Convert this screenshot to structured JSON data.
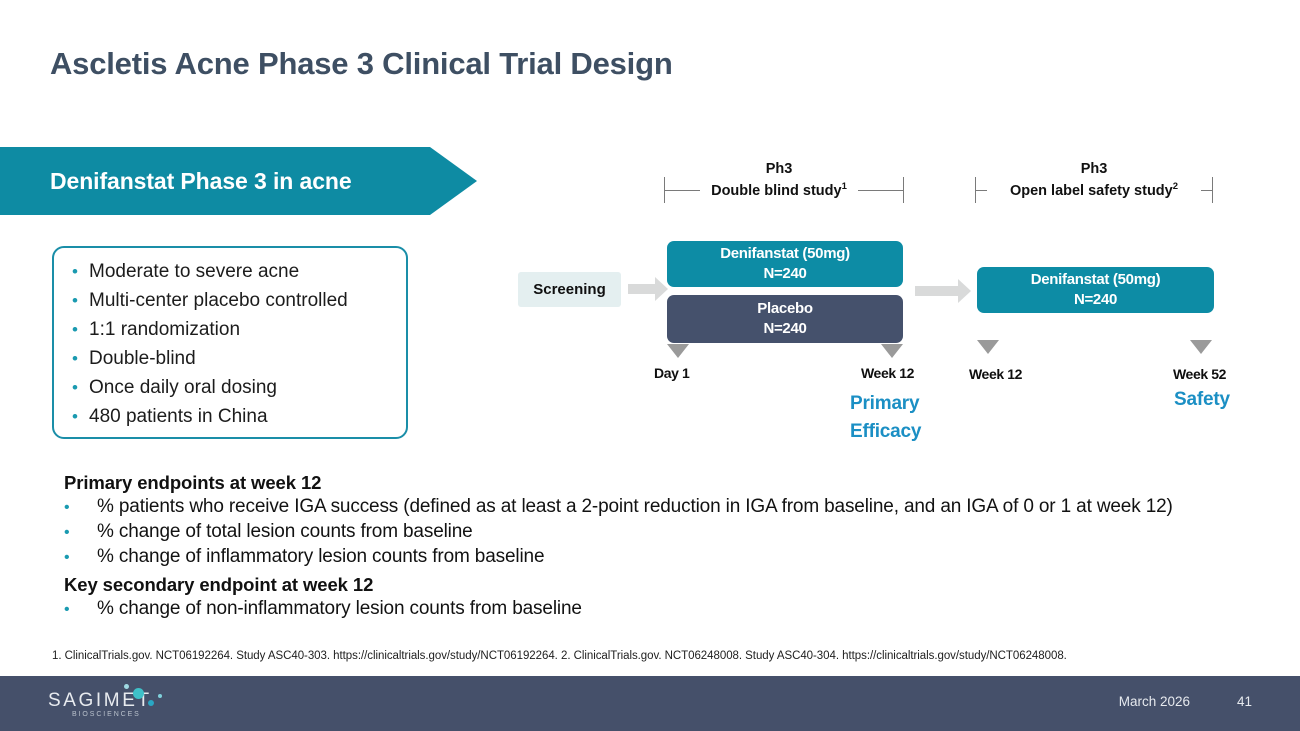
{
  "slide": {
    "title": "Ascletis Acne Phase 3 Clinical Trial Design"
  },
  "banner": {
    "label": "Denifanstat Phase 3 in acne",
    "color": "#0e8ba3"
  },
  "bullet_card": {
    "border_color": "#1a8ea8",
    "bullet_color": "#1a9ab0",
    "items": [
      "Moderate to severe acne",
      "Multi-center placebo controlled",
      "1:1 randomization",
      "Double-blind",
      "Once daily oral dosing",
      "480 patients in China"
    ]
  },
  "diagram": {
    "phases": [
      {
        "line1": "Ph3",
        "line2": "Double blind study",
        "footnote_marker": "1"
      },
      {
        "line1": "Ph3",
        "line2": "Open label safety study",
        "footnote_marker": "2"
      }
    ],
    "screening_label": "Screening",
    "screening_bg": "#e4eff0",
    "arrow_color": "#d9dada",
    "arms": [
      {
        "name": "Denifanstat (50mg)",
        "n": "N=240",
        "color": "#0d8ca5",
        "style": "teal"
      },
      {
        "name": "Placebo",
        "n": "N=240",
        "color": "#45516c",
        "style": "navy"
      },
      {
        "name": "Denifanstat (50mg)",
        "n": "N=240",
        "color": "#0d8ca5",
        "style": "teal"
      }
    ],
    "timepoints": [
      {
        "label": "Day 1",
        "sub": ""
      },
      {
        "label": "Week 12",
        "sub": "Primary\nEfficacy"
      },
      {
        "label": "Week 12",
        "sub": ""
      },
      {
        "label": "Week 52",
        "sub": "Safety"
      }
    ],
    "tick_labels": {
      "day1": "Day 1",
      "week12_a": "Week 12",
      "week12_b": "Week 12",
      "week52": "Week 52"
    },
    "sub_labels": {
      "primary_line1": "Primary",
      "primary_line2": "Efficacy",
      "safety": "Safety"
    },
    "sub_color": "#1b8fc4",
    "marker_color": "#9a9a9a"
  },
  "endpoints": {
    "primary_heading": "Primary endpoints at week 12",
    "primary_items": [
      "% patients who receive IGA success (defined as at least a 2-point reduction in IGA from baseline, and an IGA of 0 or 1 at week 12)",
      "% change of total lesion counts from baseline",
      "% change of inflammatory lesion counts from baseline"
    ],
    "secondary_heading": "Key secondary endpoint at week 12",
    "secondary_items": [
      "% change of non-inflammatory lesion counts from baseline"
    ]
  },
  "footnotes": {
    "text": "1. ClinicalTrials.gov. NCT06192264. Study ASC40-303. https://clinicaltrials.gov/study/NCT06192264. 2. ClinicalTrials.gov. NCT06248008. Study ASC40-304. https://clinicaltrials.gov/study/NCT06248008."
  },
  "footer": {
    "logo_word": "SAGIMET",
    "logo_sub": "BIOSCIENCES",
    "date": "March 2026",
    "page": "41",
    "bg": "#45506a"
  }
}
